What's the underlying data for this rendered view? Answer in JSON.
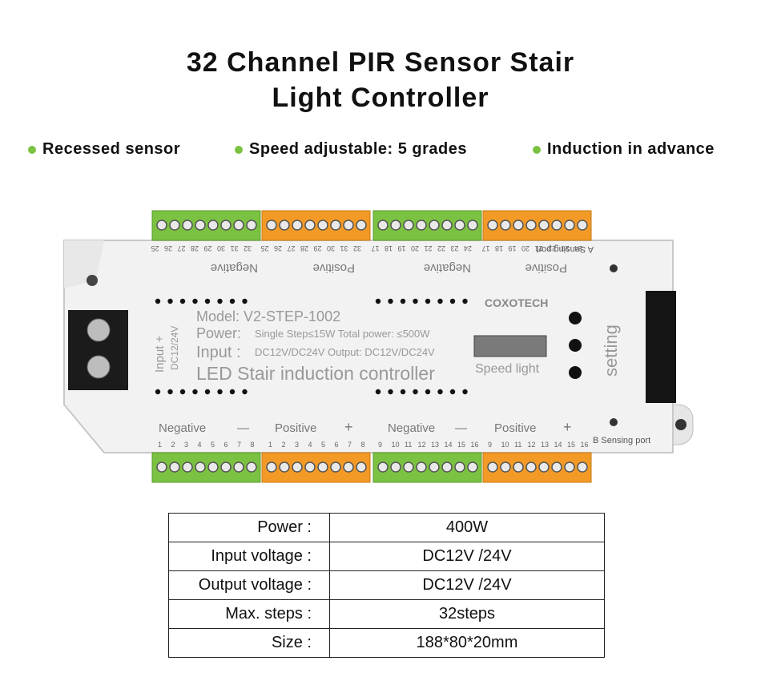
{
  "title": {
    "line1": "32 Channel PIR Sensor Stair",
    "line2": "Light Controller"
  },
  "features": [
    "Recessed sensor",
    "Speed adjustable: 5 grades",
    "Induction in advance"
  ],
  "device": {
    "brand": "COXOTECH",
    "model": "Model: V2-STEP-1002",
    "power_label": "Power:",
    "power_detail": "Single Step≤15W Total power: ≤500W",
    "input_label": "Input :",
    "input_detail": "DC12V/DC24V Output: DC12V/DC24V",
    "name": "LED Stair induction controller",
    "speed_label": "Speed light",
    "setting_label": "setting",
    "terminal_label": "Input +",
    "terminal_sub": "DC12/24V",
    "a_port": "A Sensing port",
    "b_port": "B Sensing port",
    "neg": "Negative",
    "pos": "Positive",
    "bottom_groups": [
      {
        "label": "Negative",
        "sign": "—",
        "nums": [
          "1",
          "2",
          "3",
          "4",
          "5",
          "6",
          "7",
          "8"
        ]
      },
      {
        "label": "Positive",
        "sign": "+",
        "nums": [
          "1",
          "2",
          "3",
          "4",
          "5",
          "6",
          "7",
          "8"
        ]
      },
      {
        "label": "Negative",
        "sign": "—",
        "nums": [
          "9",
          "10",
          "11",
          "12",
          "13",
          "14",
          "15",
          "16"
        ]
      },
      {
        "label": "Positive",
        "sign": "+",
        "nums": [
          "9",
          "10",
          "11",
          "12",
          "13",
          "14",
          "15",
          "16"
        ]
      }
    ],
    "top_groups": [
      {
        "label": "Negative",
        "nums": [
          "32",
          "31",
          "30",
          "29",
          "28",
          "27",
          "26",
          "25"
        ]
      },
      {
        "label": "Positive",
        "nums": [
          "32",
          "31",
          "30",
          "29",
          "28",
          "27",
          "26",
          "25"
        ]
      },
      {
        "label": "Negative",
        "nums": [
          "24",
          "23",
          "22",
          "21",
          "20",
          "19",
          "18",
          "17"
        ]
      },
      {
        "label": "Positive",
        "nums": [
          "24",
          "23",
          "22",
          "21",
          "20",
          "19",
          "18",
          "17"
        ]
      }
    ]
  },
  "specs": [
    {
      "key": "Power :",
      "value": "400W"
    },
    {
      "key": "Input voltage :",
      "value": "DC12V /24V"
    },
    {
      "key": "Output voltage :",
      "value": "DC12V /24V"
    },
    {
      "key": "Max. steps :",
      "value": "32steps"
    },
    {
      "key": "Size :",
      "value": "188*80*20mm"
    }
  ],
  "colors": {
    "green": "#7cc242",
    "orange": "#f39a26",
    "body": "#f2f2f2"
  }
}
